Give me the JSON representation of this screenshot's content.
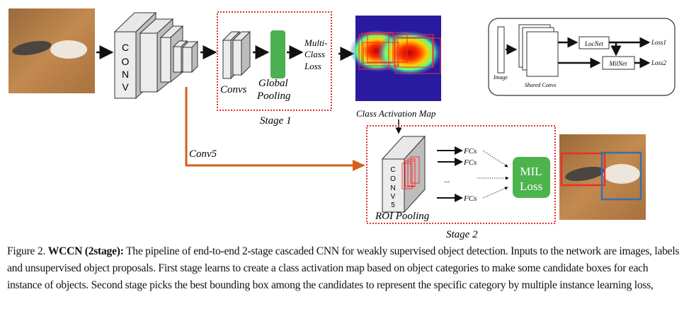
{
  "diagram": {
    "backbone_label_letters": [
      "C",
      "O",
      "N",
      "V"
    ],
    "stage1": {
      "convs_label": "Convs",
      "global_pooling_label": [
        "Global",
        "Pooling"
      ],
      "loss_label": [
        "Multi-",
        "Class",
        "Loss"
      ],
      "stage_label": "Stage 1"
    },
    "cam_label": "Class Activation Map",
    "conv5_label": "Conv5",
    "stage2": {
      "roi_letters": [
        "C",
        "O",
        "N",
        "V",
        "5"
      ],
      "roi_label": "ROI Pooling",
      "fc_labels": [
        "FCs",
        "FCs",
        "FCs"
      ],
      "ellipsis": "...",
      "mil_label": [
        "MIL",
        "Loss"
      ],
      "stage_label": "Stage 2"
    },
    "inset": {
      "image_label": "Image",
      "shared_convs_label": "Shared Convs",
      "locnet_label": "LocNet",
      "milnet_label": "MilNet",
      "loss1_label": "Loss1",
      "loss2_label": "Loss2"
    },
    "colors": {
      "stage_border": "#e03030",
      "conv5_arrow": "#d2601a",
      "pooling_green": "#4caf50",
      "mil_green": "#4db34d",
      "box_red": "#e8302a",
      "box_blue": "#3a6ea8"
    }
  },
  "caption": {
    "prefix": "Figure 2.",
    "bold": "WCCN (2stage):",
    "text": "The pipeline of end-to-end 2-stage cascaded CNN for weakly supervised object detection. Inputs to the network are images, labels and unsupervised object proposals. First stage learns to create a class activation map based on object categories to make some candidate boxes for each instance of objects. Second stage picks the best bounding box among the candidates to represent the specific category by multiple instance learning loss,"
  }
}
